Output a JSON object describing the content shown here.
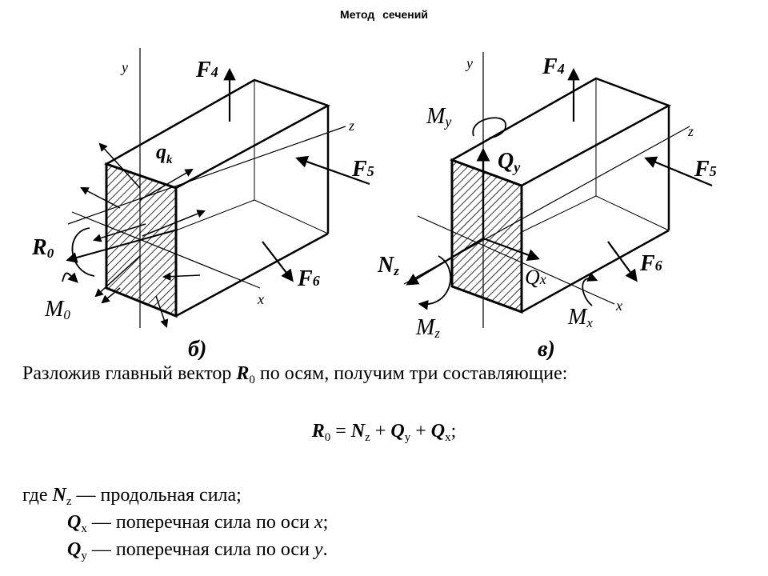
{
  "page": {
    "title": "Метод   сечений"
  },
  "figure_b": {
    "caption": "б)",
    "axis_y": "y",
    "axis_z": "z",
    "axis_x": "x",
    "F4": "F",
    "F4_sub": "4",
    "F5": "F",
    "F5_sub": "5",
    "F6": "F",
    "F6_sub": "6",
    "qk": "q",
    "qk_sub": "k",
    "R0": "R",
    "R0_sub": "0",
    "M0": "M",
    "M0_sub": "0"
  },
  "figure_v": {
    "caption": "в)",
    "axis_y": "y",
    "axis_z": "z",
    "axis_x": "x",
    "F4": "F",
    "F4_sub": "4",
    "F5": "F",
    "F5_sub": "5",
    "F6": "F",
    "F6_sub": "6",
    "My": "M",
    "My_sub": "y",
    "Qy": "Q",
    "Qy_sub": "y",
    "Nz": "N",
    "Nz_sub": "z",
    "Qx": "Q",
    "Qx_sub": "x",
    "Mz": "M",
    "Mz_sub": "z",
    "Mx": "M",
    "Mx_sub": "x"
  },
  "text": {
    "intro_a": "Разложив главный вектор ",
    "intro_sym": "R",
    "intro_sub": "0",
    "intro_b": " по осям, получим три составляющие:",
    "formula": {
      "r": "R",
      "r_sub": "0",
      "eq": " = ",
      "n": "N",
      "n_sub": "z",
      "plus1": " + ",
      "qy": "Q",
      "qy_sub": "y",
      "plus2": " + ",
      "qx": "Q",
      "qx_sub": "x",
      "end": ";"
    },
    "def1_pre": "где ",
    "def1_sym": "N",
    "def1_sub": "z",
    "def1_text": " — продольная сила;",
    "def2_sym": "Q",
    "def2_sub": "x",
    "def2_text": " — поперечная сила по оси ",
    "def2_axis": "x",
    "def2_end": ";",
    "def3_sym": "Q",
    "def3_sub": "y",
    "def3_text": " — поперечная сила по оси ",
    "def3_axis": "y",
    "def3_end": "."
  }
}
